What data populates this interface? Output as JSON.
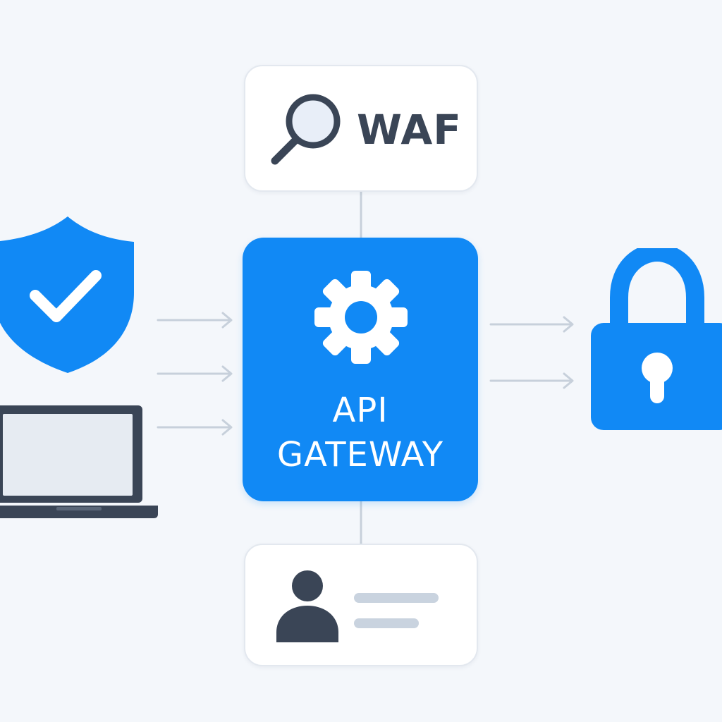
{
  "waf": {
    "label": "WAF",
    "icon": "search-icon"
  },
  "gateway": {
    "title_line1": "API",
    "title_line2": "GATEWAY",
    "icon": "gear-icon",
    "color": "#1189f5"
  },
  "sources": [
    {
      "icon": "shield-check-icon"
    },
    {
      "icon": "laptop-icon"
    }
  ],
  "destination": {
    "icon": "lock-icon"
  },
  "identity": {
    "icon": "user-icon"
  },
  "colors": {
    "accent": "#1189f5",
    "dark": "#3a4556",
    "connector": "#c7d0db",
    "background": "#f4f7fb"
  }
}
